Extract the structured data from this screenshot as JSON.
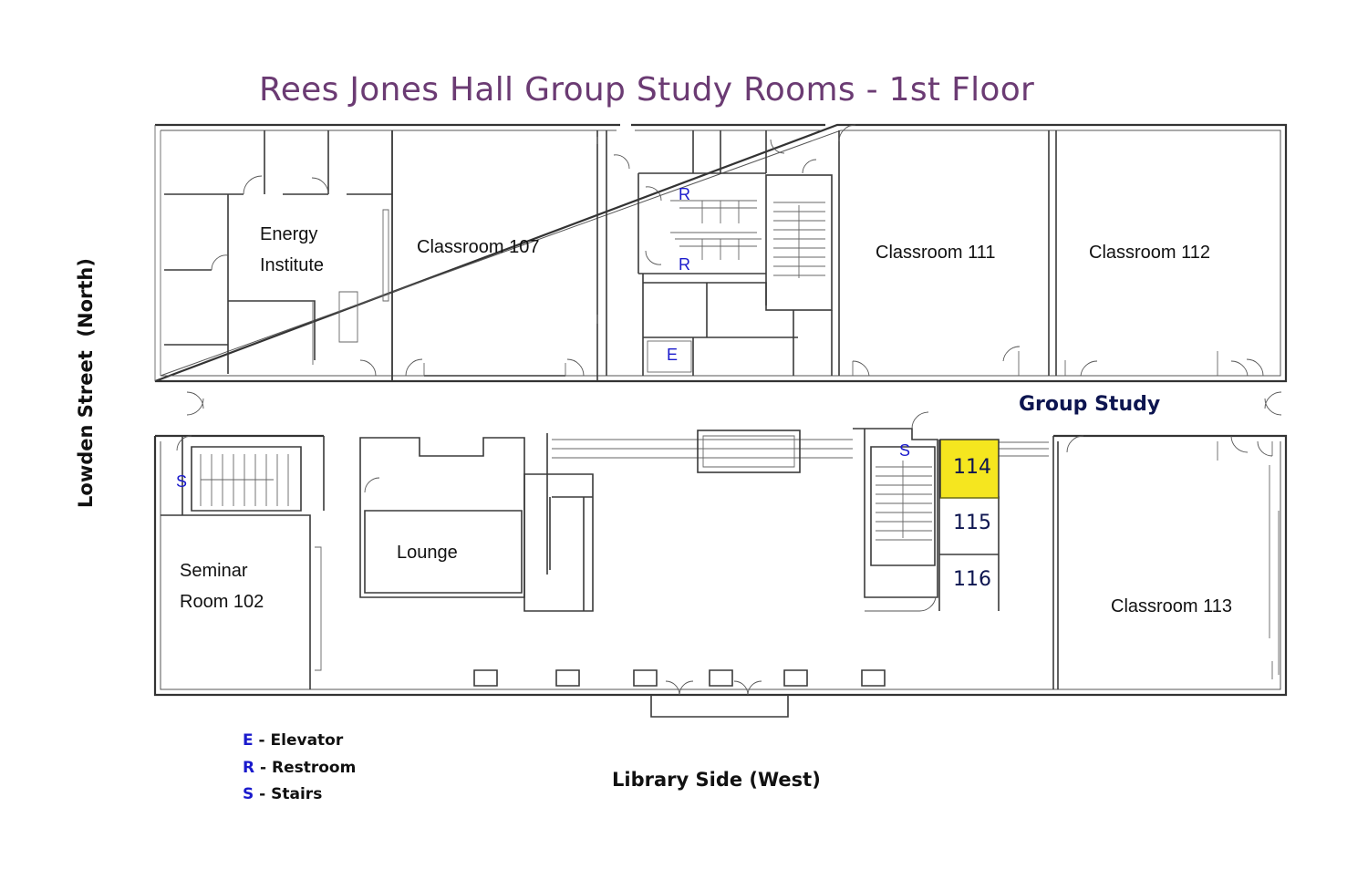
{
  "title": "Rees Jones Hall Group Study Rooms - 1st Floor",
  "orientation": {
    "north_label": "Lowden Street  (North)",
    "west_label": "Library Side (West)"
  },
  "rooms": {
    "energy_institute": [
      "Energy",
      "Institute"
    ],
    "classroom_107": "Classroom 107",
    "classroom_111": "Classroom 111",
    "classroom_112": "Classroom 112",
    "classroom_113": "Classroom 113",
    "lounge": "Lounge",
    "seminar_room_102": [
      "Seminar",
      "Room 102"
    ]
  },
  "group_study": {
    "label": "Group Study",
    "rooms": [
      "114",
      "115",
      "116"
    ],
    "highlighted_room": "114",
    "highlight_color": "#f5e61f"
  },
  "symbols": {
    "restroom": "R",
    "elevator": "E",
    "stairs": "S"
  },
  "legend": [
    {
      "key": "E",
      "text": " - Elevator"
    },
    {
      "key": "R",
      "text": " - Restroom"
    },
    {
      "key": "S",
      "text": " - Stairs"
    }
  ],
  "colors": {
    "title": "#6b3b73",
    "symbols": "#1a1acc",
    "study_labels": "#0d1550"
  }
}
